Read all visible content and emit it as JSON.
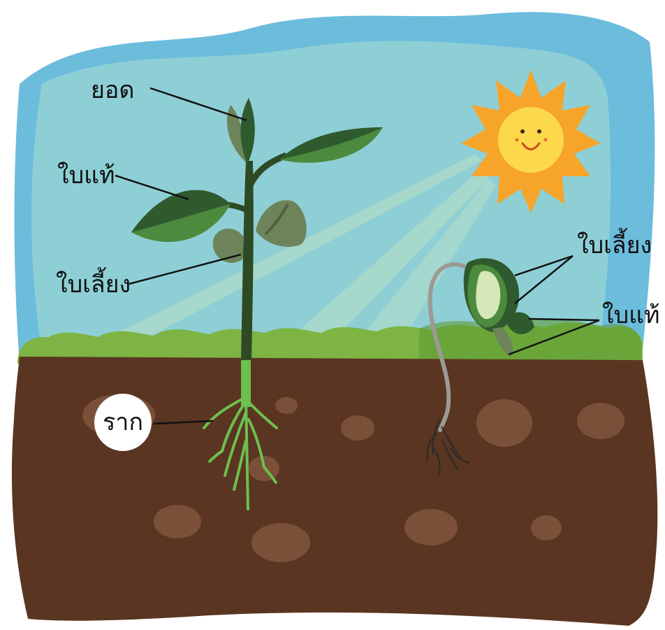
{
  "labels": {
    "shoot": "ยอด",
    "true_leaf_left": "ใบแท้",
    "cotyledon_left": "ใบเลี้ยง",
    "root": "ราก",
    "cotyledon_right": "ใบเลี้ยง",
    "true_leaf_right": "ใบแท้"
  },
  "colors": {
    "sky": "#6cbcdc",
    "sky_light": "#8ecfd6",
    "grass": "#7db443",
    "grass_dark": "#5e9b33",
    "soil": "#5a3521",
    "soil_stone": "#7a5038",
    "stem": "#2d4a25",
    "leaf_dark": "#2f5a2e",
    "leaf_mid": "#4c8a3d",
    "cotyledon": "#6d845a",
    "root_green": "#6dbf4f",
    "sun_outer": "#f7a42a",
    "sun_inner": "#fbd94a",
    "seedling_stem": "#9c9a94"
  },
  "icons": [
    "sun-icon",
    "plant-icon",
    "seedling-icon"
  ]
}
